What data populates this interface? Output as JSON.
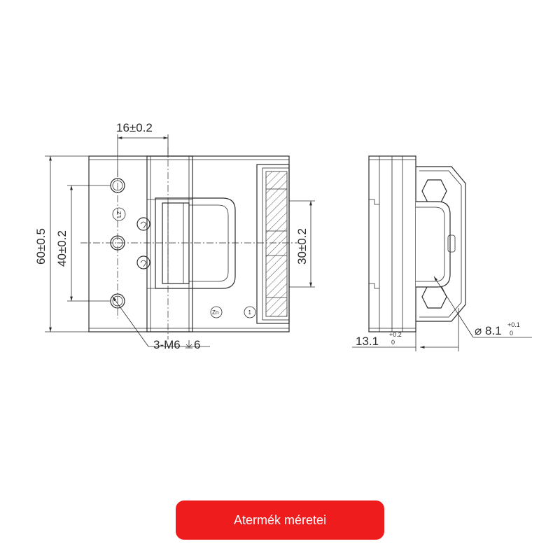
{
  "dimensions": {
    "top_width": "16±0.2",
    "overall_height": "60±0.5",
    "hole_spacing": "40±0.2",
    "right_height": "30±0.2",
    "thread": "3-M6",
    "thread_depth": "6",
    "side_depth": "13.1",
    "side_depth_tol_upper": "+0.2",
    "side_depth_tol_lower": "0",
    "bore_diameter": "8.1",
    "bore_tol_upper": "+0.1",
    "bore_tol_lower": "0",
    "diameter_symbol": "⌀"
  },
  "markings": {
    "material": "Zn",
    "index_mark": "1"
  },
  "caption": {
    "label": "Atermék méretei",
    "color": "#ee1c1c"
  }
}
